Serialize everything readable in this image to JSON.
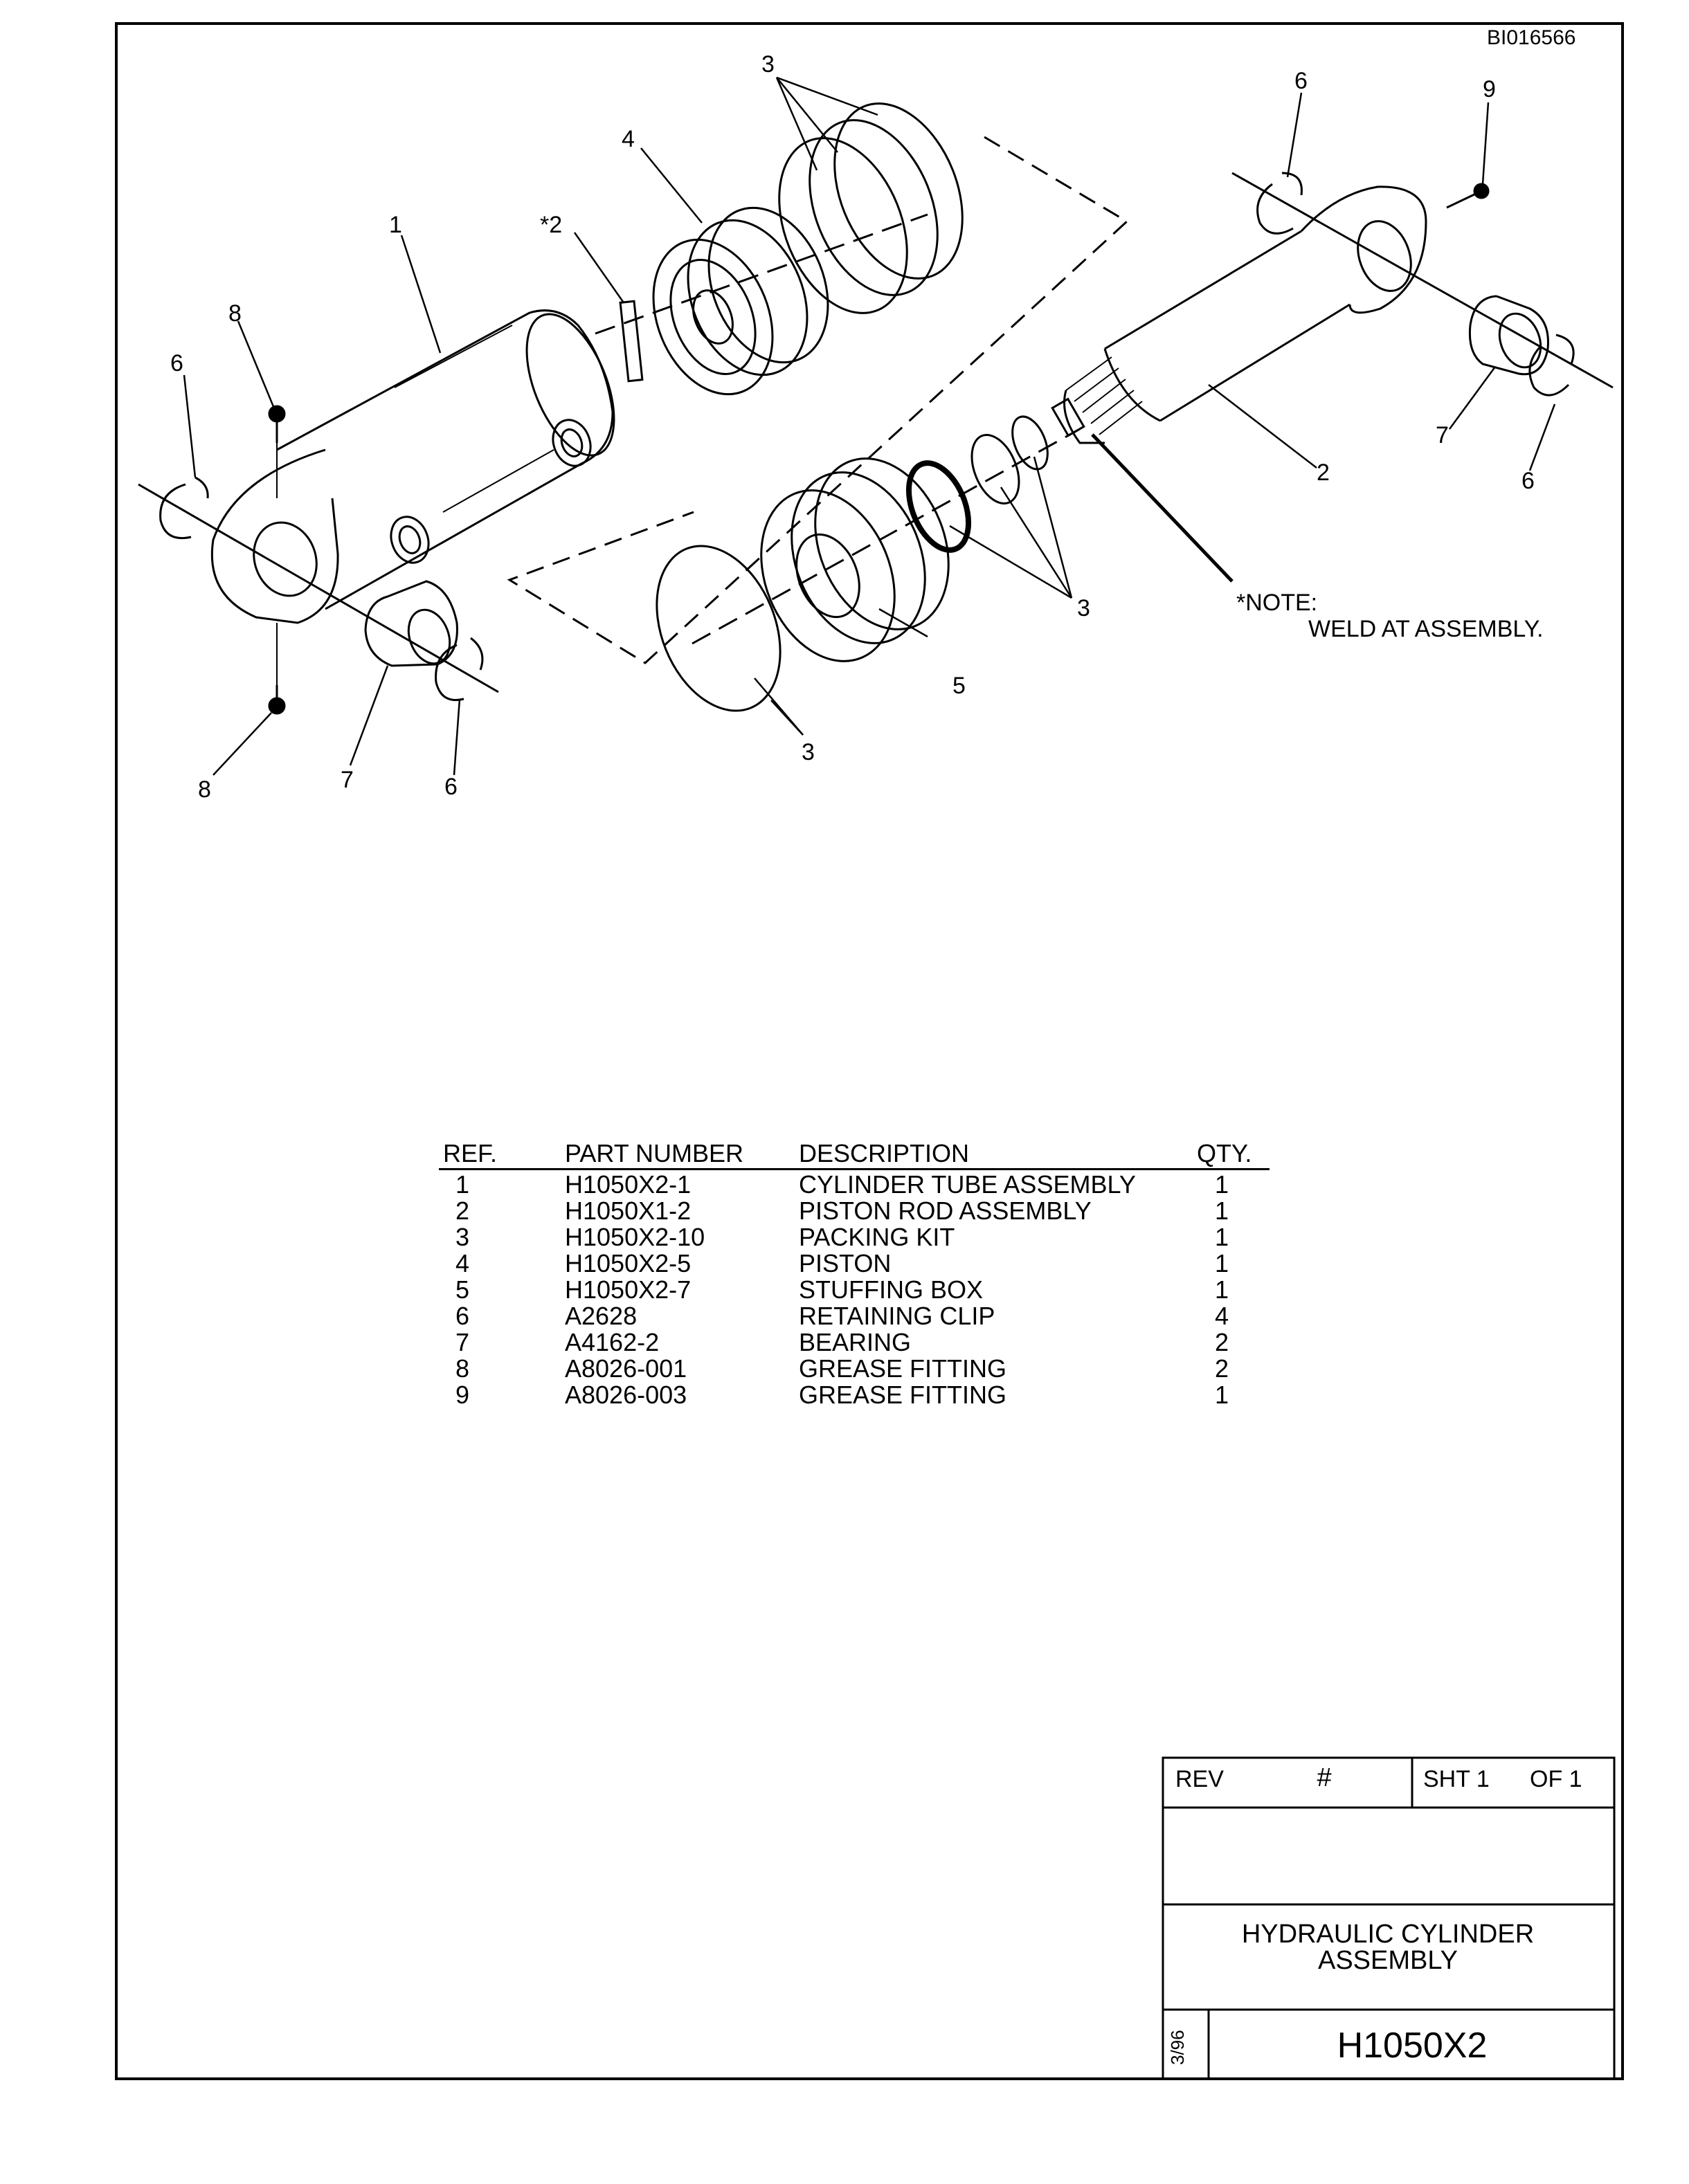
{
  "doc_id": "BI016566",
  "callouts": {
    "c1": "1",
    "c2a": "*2",
    "c2b": "2",
    "c3_top": "3",
    "c3_mid": "3",
    "c3_bot": "3",
    "c4": "4",
    "c5": "5",
    "c6_left": "6",
    "c6_bot": "6",
    "c6_tr": "6",
    "c6_r": "6",
    "c7_bot": "7",
    "c7_r": "7",
    "c8_top": "8",
    "c8_bot": "8",
    "c9": "9"
  },
  "note": {
    "line1": "*NOTE:",
    "line2": "WELD AT ASSEMBLY."
  },
  "parts_table": {
    "headers": {
      "ref": "REF.",
      "part_number": "PART NUMBER",
      "description": "DESCRIPTION",
      "qty": "QTY."
    },
    "rows": [
      {
        "ref": "1",
        "part_number": "H1050X2-1",
        "description": "CYLINDER TUBE ASSEMBLY",
        "qty": "1"
      },
      {
        "ref": "2",
        "part_number": "H1050X1-2",
        "description": "PISTON ROD ASSEMBLY",
        "qty": "1"
      },
      {
        "ref": "3",
        "part_number": "H1050X2-10",
        "description": "PACKING KIT",
        "qty": "1"
      },
      {
        "ref": "4",
        "part_number": "H1050X2-5",
        "description": "PISTON",
        "qty": "1"
      },
      {
        "ref": "5",
        "part_number": "H1050X2-7",
        "description": "STUFFING BOX",
        "qty": "1"
      },
      {
        "ref": "6",
        "part_number": "A2628",
        "description": "RETAINING CLIP",
        "qty": "4"
      },
      {
        "ref": "7",
        "part_number": "A4162-2",
        "description": "BEARING",
        "qty": "2"
      },
      {
        "ref": "8",
        "part_number": "A8026-001",
        "description": "GREASE FITTING",
        "qty": "2"
      },
      {
        "ref": "9",
        "part_number": "A8026-003",
        "description": "GREASE FITTING",
        "qty": "1"
      }
    ]
  },
  "title_block": {
    "rev_label": "REV",
    "rev_value": "#",
    "sheet": "SHT 1",
    "of": "OF 1",
    "title_line1": "HYDRAULIC CYLINDER",
    "title_line2": "ASSEMBLY",
    "date": "3/96",
    "drawing_number": "H1050X2"
  }
}
